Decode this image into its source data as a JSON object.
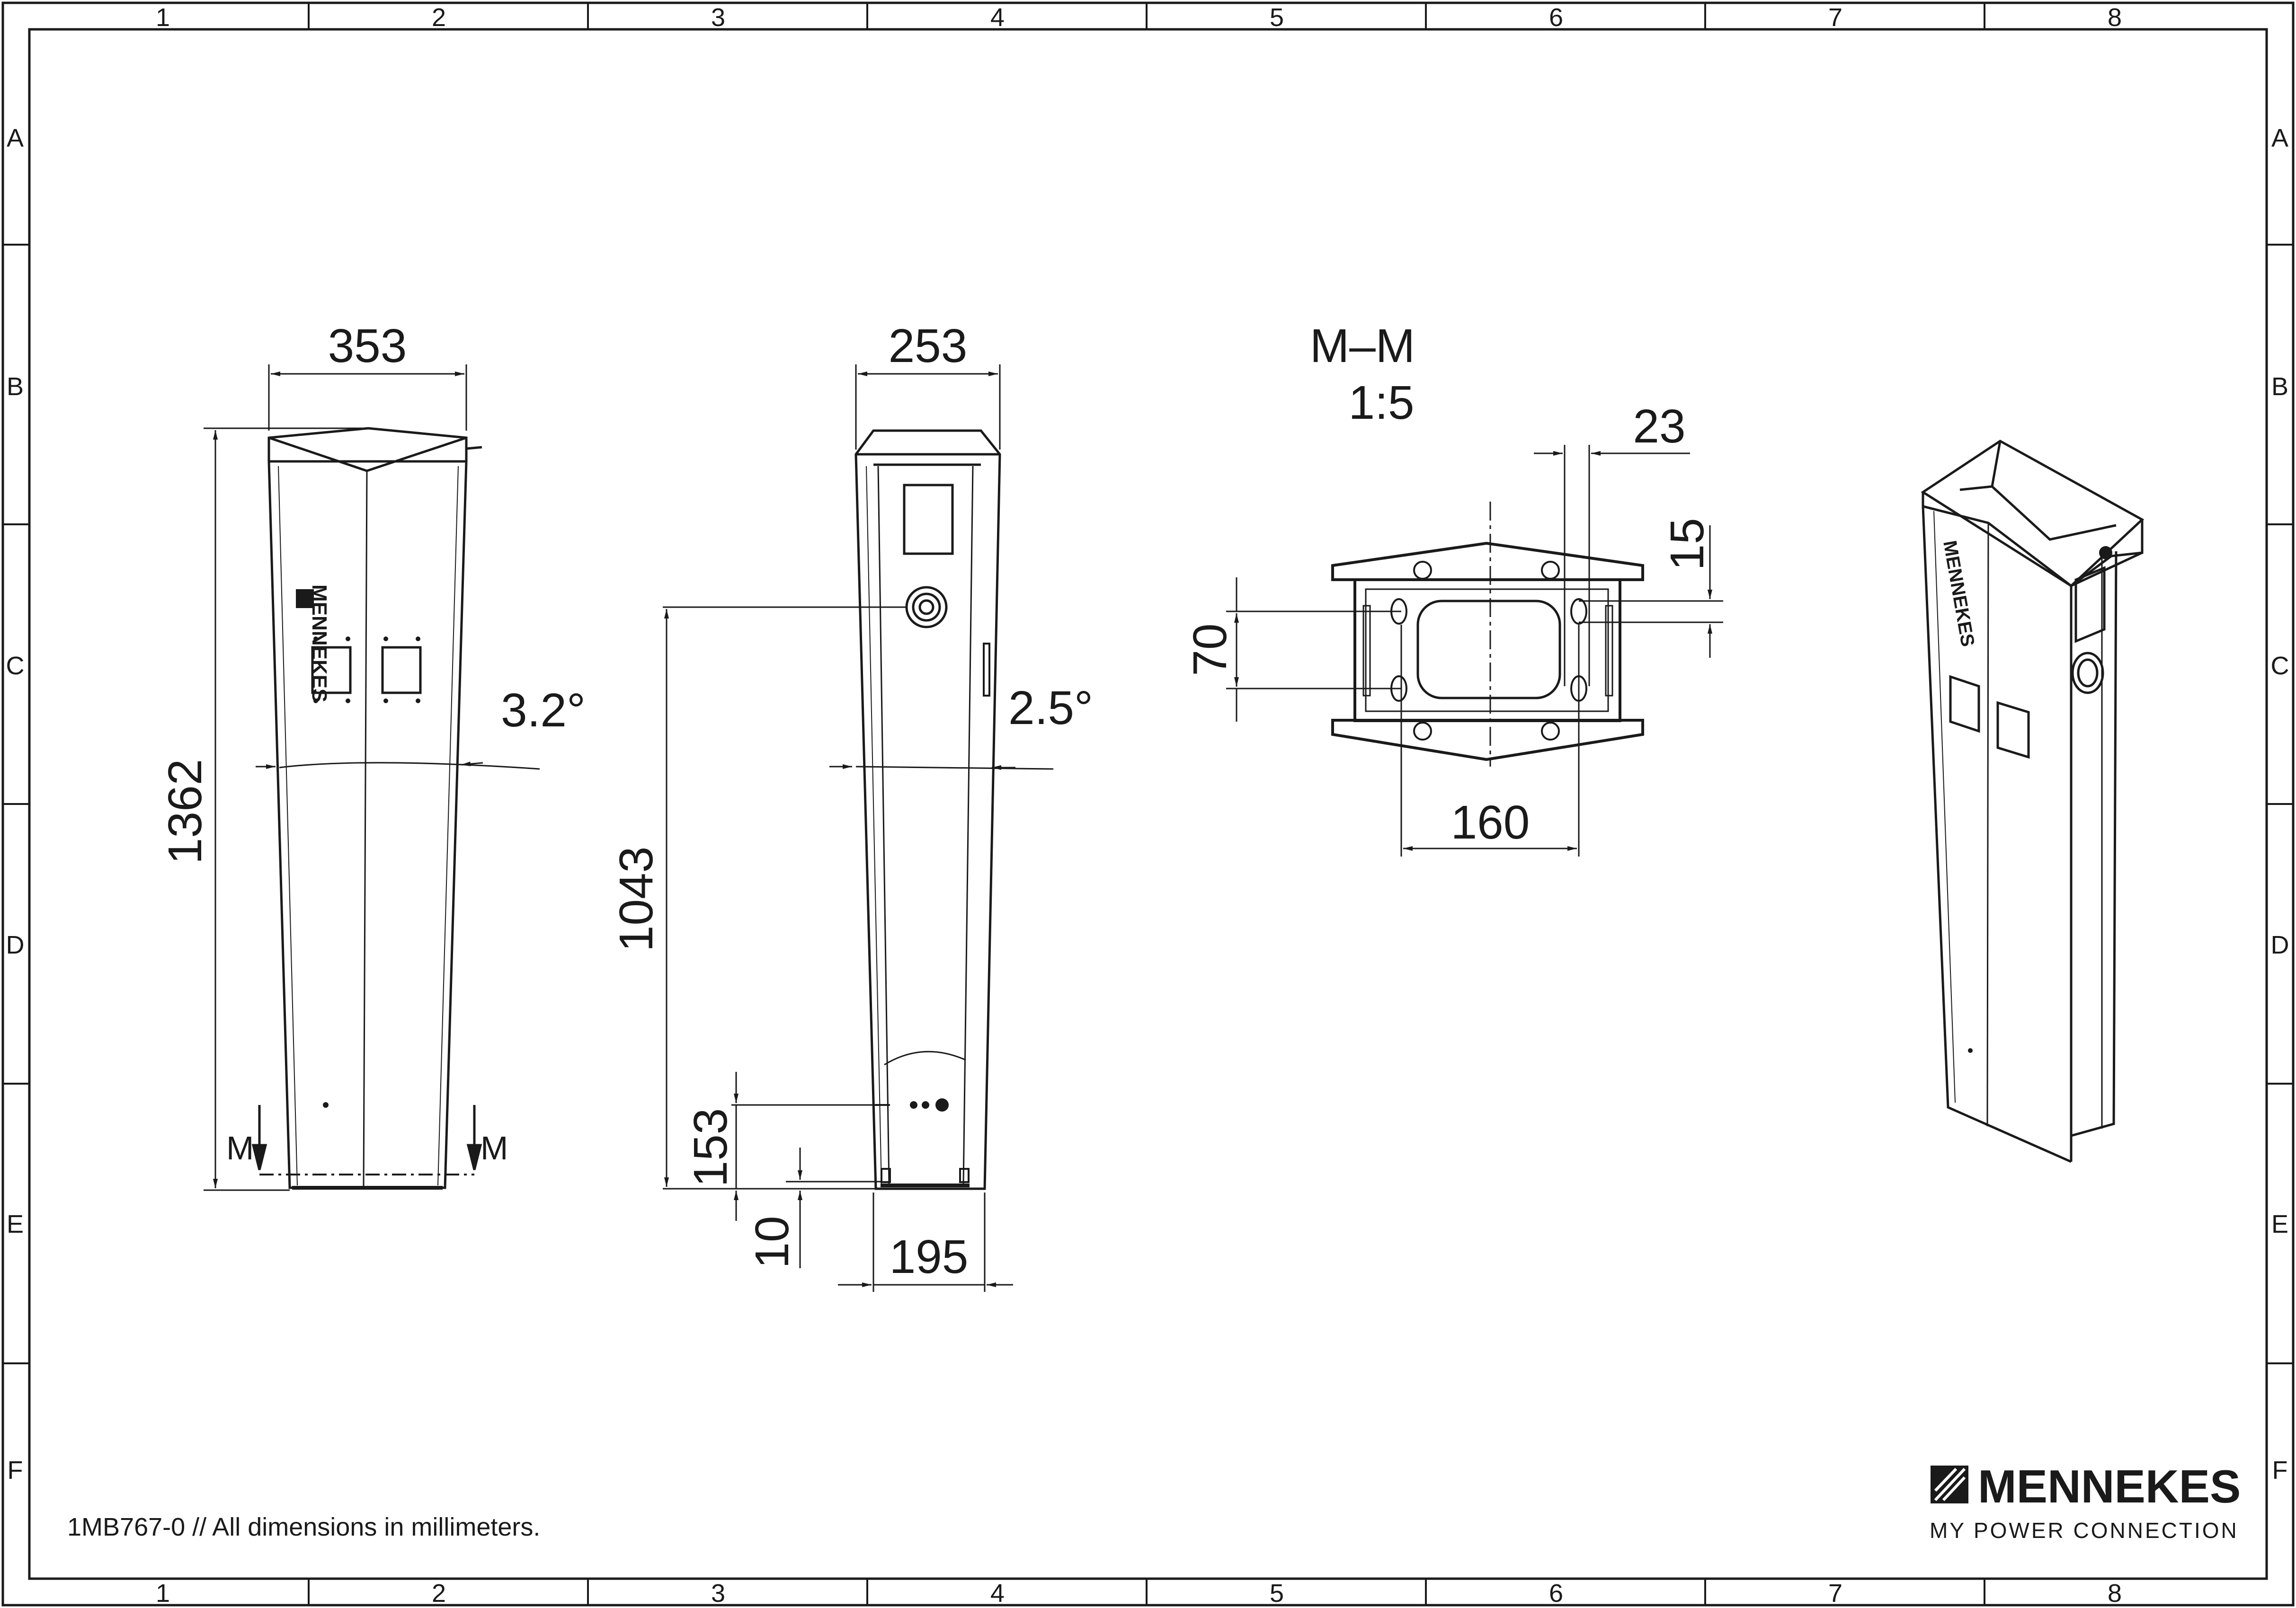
{
  "grid": {
    "columns": [
      "1",
      "2",
      "3",
      "4",
      "5",
      "6",
      "7",
      "8"
    ],
    "rows": [
      "A",
      "B",
      "C",
      "D",
      "E",
      "F"
    ]
  },
  "front_view": {
    "width": "353",
    "height": "1362",
    "angle": "3.2°",
    "section_left": "M",
    "section_right": "M",
    "logo_text": "MENNEKES"
  },
  "side_view": {
    "width": "253",
    "angle": "2.5°",
    "socket_height": "1043",
    "base_height": "153",
    "base_gap": "10",
    "base_width": "195"
  },
  "section": {
    "title": "M–M",
    "scale": "1:5",
    "dim_top": "23",
    "dim_right": "15",
    "dim_left": "70",
    "dim_bottom": "160"
  },
  "footer": {
    "note": "1MB767-0 // All dimensions in millimeters.",
    "brand": "MENNEKES",
    "tagline": "MY POWER CONNECTION"
  }
}
